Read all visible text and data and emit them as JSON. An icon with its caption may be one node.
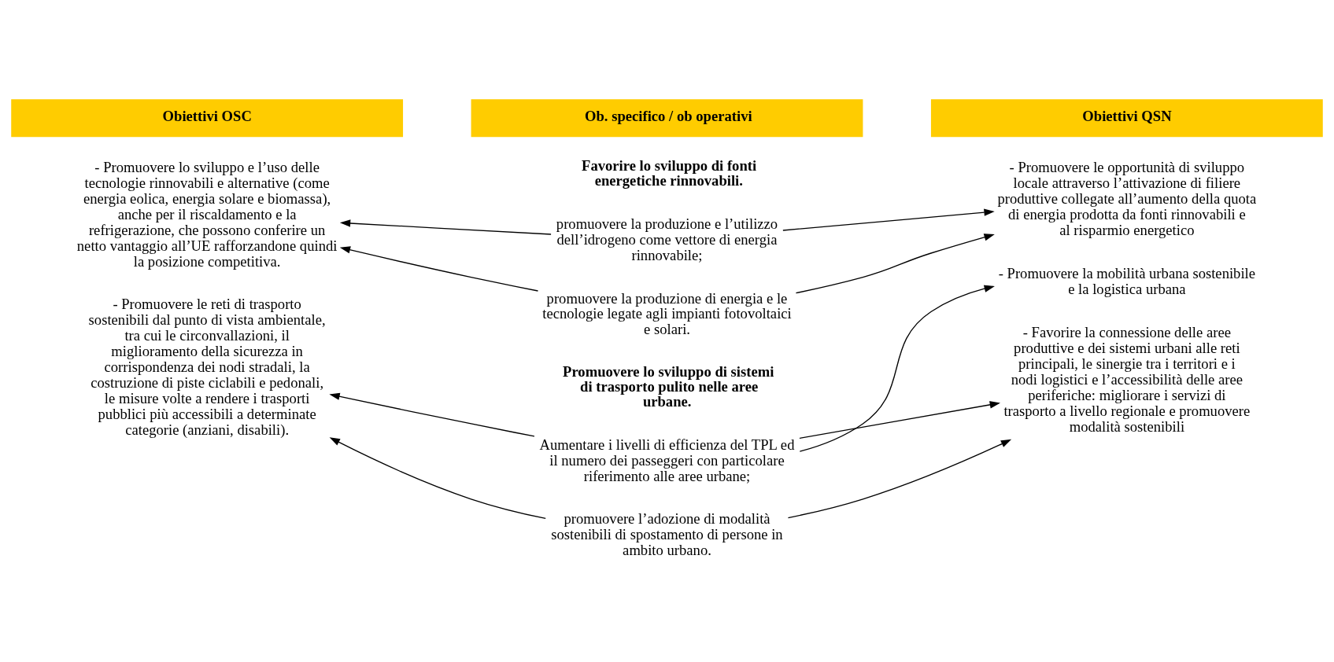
{
  "diagram": {
    "nodes": [
      {
        "text": [
          "- Promuovere lo sviluppo e l’uso delle tecnologie rinnovabili e alternative (come energia eolica, energia solare e biomassa), anche per il riscaldamento e la refrigerazione, che possono conferire un netto vantaggio all’UE rafforzandone quindi la posizione competitiva."
        ]
      },
      {
        "text": [
          "promuovere la produzione e l’utilizzo dell’idrogeno come vettore di energia rinnovabile;"
        ]
      },
      {
        "text": [
          "promuovere la produzione di energia e le tecnologie legate agli impianti fotovoltaici e solari."
        ]
      },
      {
        "text": [
          "- Promuovere le opportunità di sviluppo locale attraverso l’attivazione di filiere produttive collegate all’aumento della quota di energia prodotta da fonti rinnovabili e al risparmio energetico"
        ]
      },
      {
        "text": [
          "- Promuovere le reti di trasporto sostenibili dal punto di vista ambientale, tra cui le circonvallazioni, il miglioramento della sicurezza in corrispondenza dei nodi stradali, la costruzione di piste ciclabili e pedonali, le misure volte a rendere i trasporti pubblici più accessibili a determinate categorie (anziani, disabili)."
        ]
      },
      {
        "text": [
          "Aumentare i livelli di efficienza del TPL ed il numero dei passeggeri con particolare riferimento alle aree urbane;"
        ]
      },
      {
        "text": [
          "promuovere l’adozione di modalità sostenibili di spostamento di persone in ambito urbano."
        ]
      },
      {
        "text": [
          "- Promuovere la mobilità urbana sostenibile e la logistica urbana"
        ]
      },
      {
        "text": [
          "- Favorire la connessione delle aree produttive e dei sistemi urbani alle reti principali, le sinergie tra i territori e i nodi logistici e l’accessibilità delle aree periferiche: migliorare i servizi di trasporto a livello regionale e promuovere modalità sostenibili"
        ]
      }
    ],
    "edges": [
      {
        "from": 1,
        "to": 0,
        "arrow": "to"
      },
      {
        "from": 2,
        "to": 0,
        "arrow": "to"
      },
      {
        "from": 1,
        "to": 3,
        "arrow": "to"
      },
      {
        "from": 2,
        "to": 3,
        "arrow": "to"
      },
      {
        "from": 5,
        "to": 4,
        "arrow": "to"
      },
      {
        "from": 6,
        "to": 4,
        "arrow": "to"
      },
      {
        "from": 5,
        "to": 7,
        "arrow": "to"
      },
      {
        "from": 5,
        "to": 8,
        "arrow": "to"
      },
      {
        "from": 6,
        "to": 8,
        "arrow": "to"
      }
    ],
    "labels": [
      "Obiettivi OSC",
      "Ob. specifico / ob operativi",
      "Obiettivi QSN",
      "Favorire lo sviluppo di fonti energetiche rinnovabili.",
      "Promuovere lo sviluppo di sistemi di trasporto pulito nelle aree urbane."
    ]
  }
}
